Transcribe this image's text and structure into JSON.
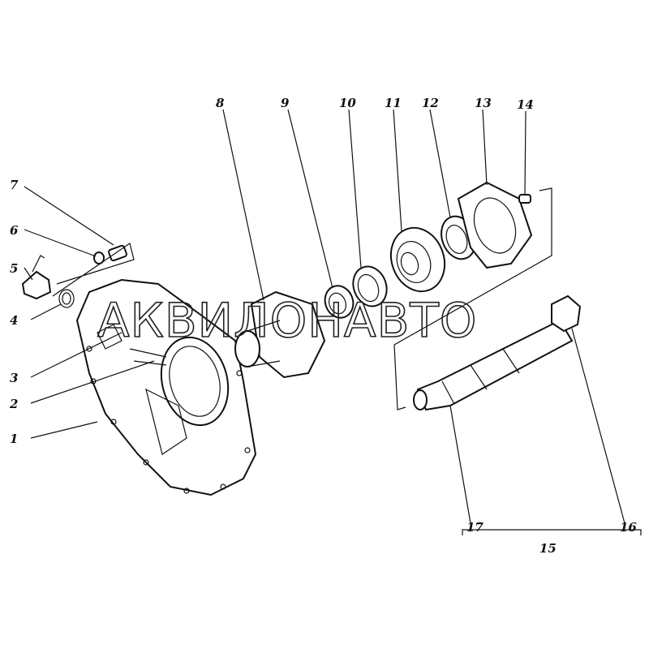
{
  "diagram": {
    "type": "exploded-parts-view",
    "callouts": [
      "1",
      "2",
      "3",
      "4",
      "5",
      "6",
      "7",
      "8",
      "9",
      "10",
      "11",
      "12",
      "13",
      "14",
      "15",
      "16",
      "17"
    ],
    "watermark": "АКВИЛОНАВТО"
  }
}
